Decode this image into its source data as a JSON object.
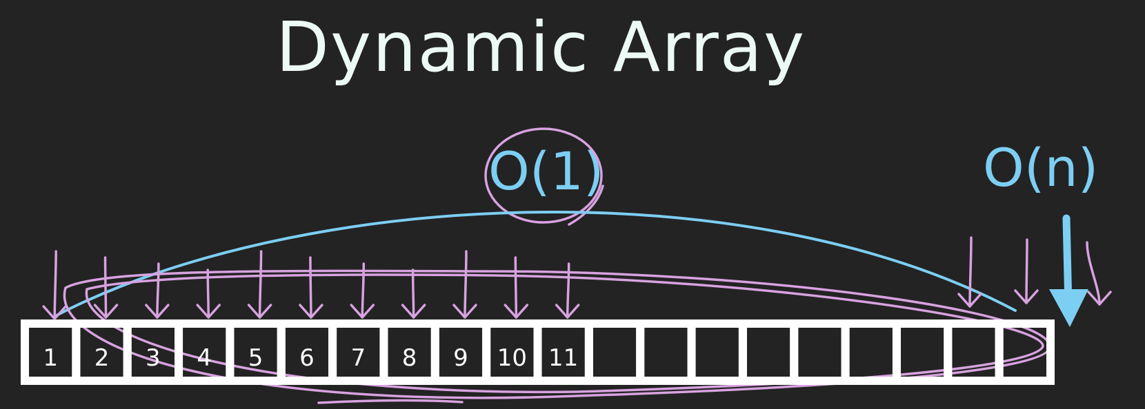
{
  "title": "Dynamic Array",
  "labels": {
    "constant_time": "O(1)",
    "linear_time": "O(n)"
  },
  "array": {
    "capacity": 20,
    "values": [
      "1",
      "2",
      "3",
      "4",
      "5",
      "6",
      "7",
      "8",
      "9",
      "10",
      "11"
    ]
  },
  "colors": {
    "background": "#232323",
    "title": "#ecfaf6",
    "cells": "#ffffff",
    "blue": "#7dcef3",
    "pink": "#d8a2e0"
  }
}
